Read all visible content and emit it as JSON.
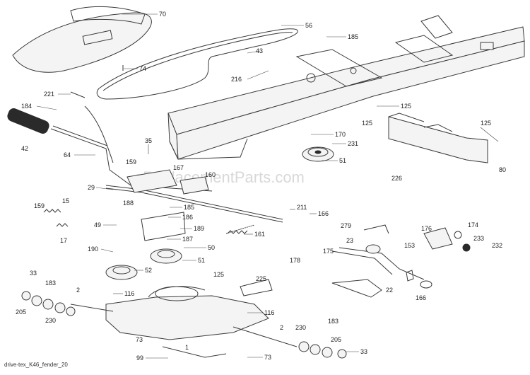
{
  "footer_text": "drive-tex_K46_fender_20",
  "watermark": "eReplacementParts.com",
  "parts": [
    {
      "id": "p70",
      "label": "70"
    },
    {
      "id": "p56",
      "label": "56"
    },
    {
      "id": "p185a",
      "label": "185"
    },
    {
      "id": "p74",
      "label": "74"
    },
    {
      "id": "p43",
      "label": "43"
    },
    {
      "id": "p216",
      "label": "216"
    },
    {
      "id": "p221",
      "label": "221"
    },
    {
      "id": "p184",
      "label": "184"
    },
    {
      "id": "p42",
      "label": "42"
    },
    {
      "id": "p64",
      "label": "64"
    },
    {
      "id": "p35",
      "label": "35"
    },
    {
      "id": "p159a",
      "label": "159"
    },
    {
      "id": "p167",
      "label": "167"
    },
    {
      "id": "p160",
      "label": "160"
    },
    {
      "id": "p29",
      "label": "29"
    },
    {
      "id": "p188",
      "label": "188"
    },
    {
      "id": "p185b",
      "label": "185"
    },
    {
      "id": "p159b",
      "label": "159"
    },
    {
      "id": "p15",
      "label": "15"
    },
    {
      "id": "p17",
      "label": "17"
    },
    {
      "id": "p49",
      "label": "49"
    },
    {
      "id": "p186",
      "label": "186"
    },
    {
      "id": "p189",
      "label": "189"
    },
    {
      "id": "p187",
      "label": "187"
    },
    {
      "id": "p50",
      "label": "50"
    },
    {
      "id": "p190",
      "label": "190"
    },
    {
      "id": "p51a",
      "label": "51"
    },
    {
      "id": "p52",
      "label": "52"
    },
    {
      "id": "p125a",
      "label": "125"
    },
    {
      "id": "p125b",
      "label": "125"
    },
    {
      "id": "p125c",
      "label": "125"
    },
    {
      "id": "p170",
      "label": "170"
    },
    {
      "id": "p231",
      "label": "231"
    },
    {
      "id": "p51b",
      "label": "51"
    },
    {
      "id": "p226",
      "label": "226"
    },
    {
      "id": "p80",
      "label": "80"
    },
    {
      "id": "p211",
      "label": "211"
    },
    {
      "id": "p166a",
      "label": "166"
    },
    {
      "id": "p161",
      "label": "161"
    },
    {
      "id": "p279",
      "label": "279"
    },
    {
      "id": "p176",
      "label": "176"
    },
    {
      "id": "p174",
      "label": "174"
    },
    {
      "id": "p23",
      "label": "23"
    },
    {
      "id": "p153",
      "label": "153"
    },
    {
      "id": "p233",
      "label": "233"
    },
    {
      "id": "p232",
      "label": "232"
    },
    {
      "id": "p175",
      "label": "175"
    },
    {
      "id": "p178",
      "label": "178"
    },
    {
      "id": "p22",
      "label": "22"
    },
    {
      "id": "p166b",
      "label": "166"
    },
    {
      "id": "p125d",
      "label": "125"
    },
    {
      "id": "p225",
      "label": "225"
    },
    {
      "id": "p33a",
      "label": "33"
    },
    {
      "id": "p183a",
      "label": "183"
    },
    {
      "id": "p2a",
      "label": "2"
    },
    {
      "id": "p116a",
      "label": "116"
    },
    {
      "id": "p205a",
      "label": "205"
    },
    {
      "id": "p230a",
      "label": "230"
    },
    {
      "id": "p116b",
      "label": "116"
    },
    {
      "id": "p73a",
      "label": "73"
    },
    {
      "id": "p2b",
      "label": "2"
    },
    {
      "id": "p230b",
      "label": "230"
    },
    {
      "id": "p183b",
      "label": "183"
    },
    {
      "id": "p205b",
      "label": "205"
    },
    {
      "id": "p1",
      "label": "1"
    },
    {
      "id": "p99",
      "label": "99"
    },
    {
      "id": "p73b",
      "label": "73"
    },
    {
      "id": "p33b",
      "label": "33"
    }
  ]
}
